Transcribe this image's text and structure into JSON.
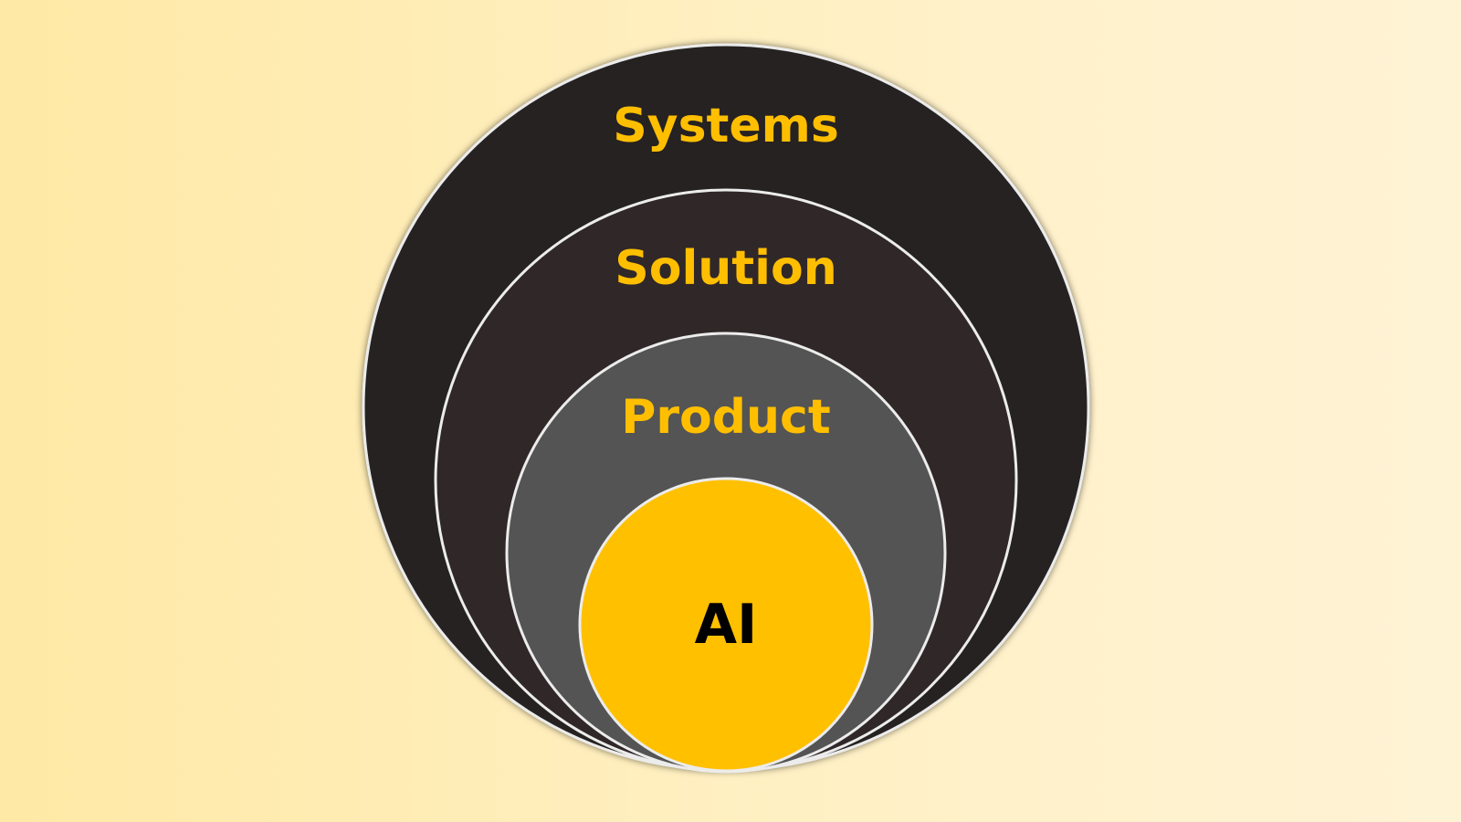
{
  "diagram": {
    "type": "nested-circles",
    "layers": [
      {
        "label": "Systems",
        "fill": "#262122",
        "text_color": "#ffbf00"
      },
      {
        "label": "Solution",
        "fill": "#302728",
        "text_color": "#ffbf00"
      },
      {
        "label": "Product",
        "fill": "#545454",
        "text_color": "#ffbf00"
      },
      {
        "label": "AI",
        "fill": "#ffc000",
        "text_color": "#000000"
      }
    ],
    "stroke_color": "#ececec",
    "background_colors": [
      "#ffe9a6",
      "#fff3d6"
    ]
  }
}
